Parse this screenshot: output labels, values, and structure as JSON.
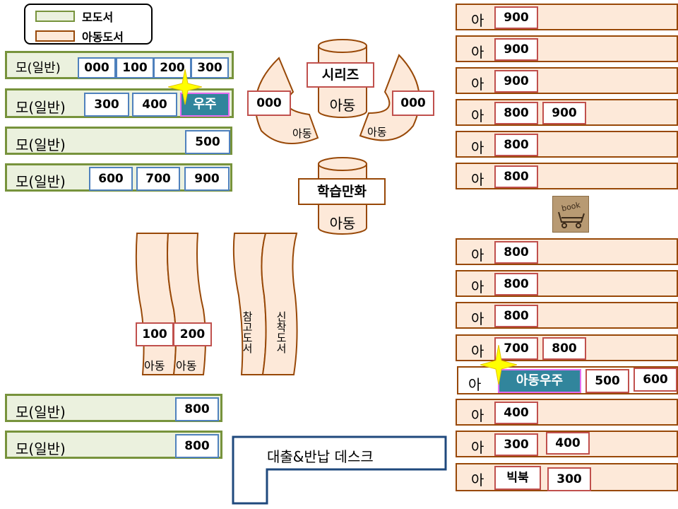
{
  "legend": {
    "items": [
      {
        "label": "모도서",
        "color": "#ebf1de",
        "border": "#77933c"
      },
      {
        "label": "아동도서",
        "color": "#fde9d9",
        "border": "#984807"
      }
    ]
  },
  "left_shelves": [
    {
      "label": "모(일반)",
      "codes": [
        "000",
        "100",
        "200",
        "300"
      ]
    },
    {
      "label": "모(일반)",
      "codes": [
        "300",
        "400",
        "우주"
      ]
    },
    {
      "label": "모(일반)",
      "codes": [
        "500"
      ]
    },
    {
      "label": "모(일반)",
      "codes": [
        "600",
        "700",
        "900"
      ]
    },
    {
      "label": "모(일반)",
      "codes": [
        "800"
      ]
    },
    {
      "label": "모(일반)",
      "codes": [
        "800"
      ]
    }
  ],
  "center": {
    "series_cylinder": {
      "title": "시리즈",
      "sub": "아동"
    },
    "comic_cylinder": {
      "title": "학습만화",
      "sub": "아동"
    },
    "left_arc": {
      "code": "000",
      "label": "아동"
    },
    "right_arc": {
      "code": "000",
      "label": "아동"
    },
    "wave_shelves": [
      {
        "code": "100",
        "label": "아동"
      },
      {
        "code": "200",
        "label": "아동"
      }
    ],
    "vertical_shelves": [
      "참고도서",
      "신착도서"
    ],
    "desk": "대출&반납 데스크"
  },
  "right_shelves_top": [
    {
      "label": "아",
      "codes": [
        "900"
      ]
    },
    {
      "label": "아",
      "codes": [
        "900"
      ]
    },
    {
      "label": "아",
      "codes": [
        "900"
      ]
    },
    {
      "label": "아",
      "codes": [
        "800",
        "900"
      ]
    },
    {
      "label": "아",
      "codes": [
        "800"
      ]
    },
    {
      "label": "아",
      "codes": [
        "800"
      ]
    }
  ],
  "book_cart": {
    "text": "book"
  },
  "right_shelves_bottom": [
    {
      "label": "아",
      "codes": [
        "800"
      ]
    },
    {
      "label": "아",
      "codes": [
        "800"
      ]
    },
    {
      "label": "아",
      "codes": [
        "800"
      ]
    },
    {
      "label": "아",
      "codes": [
        "700",
        "800"
      ]
    },
    {
      "label": "아",
      "codes": [
        "아동우주",
        "500",
        "600"
      ]
    },
    {
      "label": "아",
      "codes": [
        "400"
      ]
    },
    {
      "label": "아",
      "codes": [
        "300",
        "400"
      ]
    },
    {
      "label": "아",
      "codes": [
        "빅북",
        "300"
      ]
    }
  ],
  "colors": {
    "adult_fill": "#ebf1de",
    "adult_border": "#77933c",
    "child_fill": "#fde9d9",
    "child_border": "#984807",
    "highlight": "#31859c",
    "star": "#ffff00"
  }
}
